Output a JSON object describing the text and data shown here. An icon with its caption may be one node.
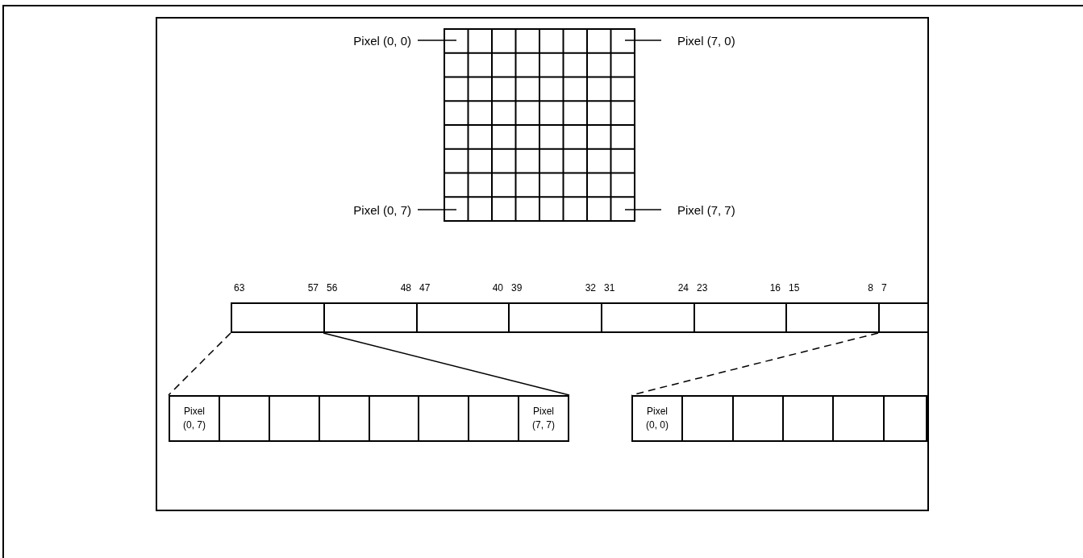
{
  "diagram": {
    "nodes": [
      {
        "text": [
          "Pixel (0, 0)"
        ]
      },
      {
        "text": [
          "Pixel (7, 0)"
        ]
      },
      {
        "text": [
          "Pixel (0, 7)"
        ]
      },
      {
        "text": [
          "Pixel (7, 7)"
        ]
      },
      {
        "text": [],
        "shape": "box"
      },
      {
        "text": [],
        "shape": "box"
      },
      {
        "text": [],
        "shape": "box"
      },
      {
        "text": [],
        "shape": "box"
      },
      {
        "text": [],
        "shape": "box"
      },
      {
        "text": [],
        "shape": "box"
      },
      {
        "text": [],
        "shape": "box"
      },
      {
        "text": [],
        "shape": "box"
      },
      {
        "text": [],
        "shape": "box"
      },
      {
        "text": [],
        "shape": "box"
      },
      {
        "text": [
          "Pixel (0, 7)"
        ],
        "in": 13
      },
      {
        "text": [],
        "shape": "box",
        "in": 13
      },
      {
        "text": [],
        "shape": "box",
        "in": 13
      },
      {
        "text": [],
        "shape": "box",
        "in": 13
      },
      {
        "text": [],
        "shape": "box",
        "in": 13
      },
      {
        "text": [],
        "shape": "box",
        "in": 13
      },
      {
        "text": [],
        "shape": "box",
        "in": 13
      },
      {
        "text": [
          "Pixel (7, 7)"
        ],
        "in": 13
      },
      {
        "text": [],
        "shape": "box"
      },
      {
        "text": [
          "Pixel (0, 0)"
        ],
        "in": 22
      },
      {
        "text": [],
        "shape": "box",
        "in": 22
      },
      {
        "text": [],
        "shape": "box",
        "in": 22
      },
      {
        "text": [],
        "shape": "box",
        "in": 22
      },
      {
        "text": [],
        "shape": "box",
        "in": 22
      },
      {
        "text": [],
        "shape": "box",
        "in": 22
      }
    ],
    "edges": [
      {
        "from": 0,
        "to": 4,
        "arrow": "none"
      },
      {
        "from": 1,
        "to": 4,
        "arrow": "none"
      },
      {
        "from": 2,
        "to": 4,
        "arrow": "none"
      },
      {
        "from": 3,
        "to": 4,
        "arrow": "none"
      },
      {
        "from": 5,
        "to": 13,
        "arrow": "none",
        "style": "dashed"
      },
      {
        "from": 5,
        "to": 13,
        "arrow": "none"
      },
      {
        "from": 12,
        "to": 22,
        "arrow": "none",
        "style": "dashed"
      }
    ],
    "labels": [
      "63",
      "57",
      "56",
      "48",
      "47",
      "40",
      "39",
      "32",
      "31",
      "24",
      "23",
      "16",
      "15",
      "8",
      "7"
    ]
  }
}
